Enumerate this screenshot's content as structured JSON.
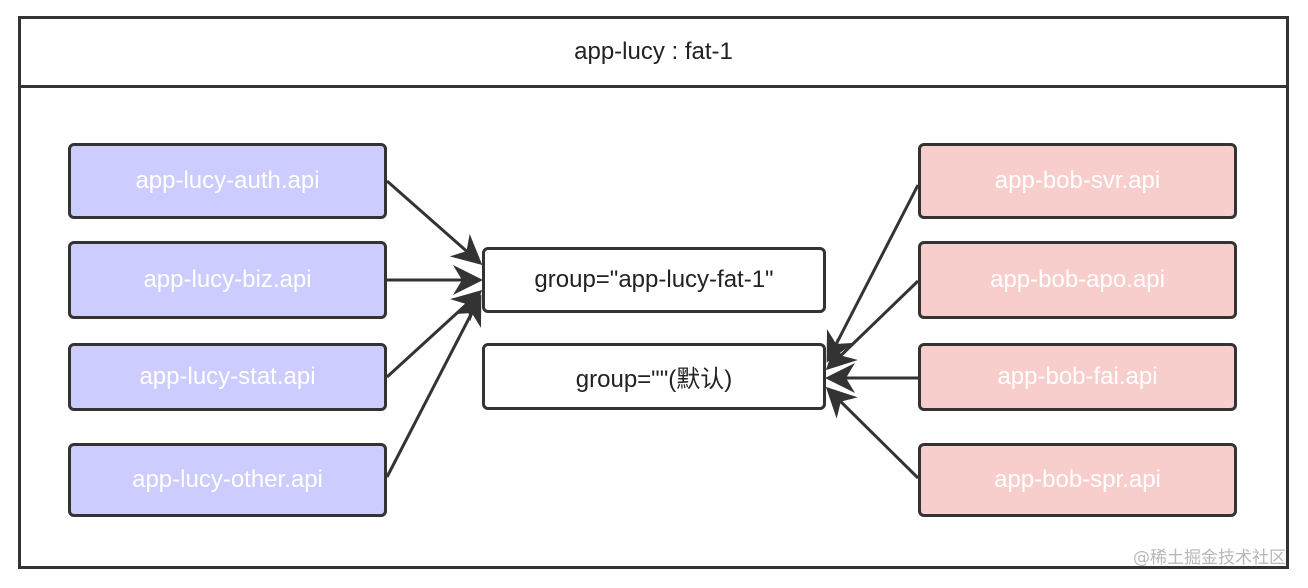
{
  "container": {
    "title": "app-lucy : fat-1"
  },
  "left_services": [
    {
      "label": "app-lucy-auth.api"
    },
    {
      "label": "app-lucy-biz.api"
    },
    {
      "label": "app-lucy-stat.api"
    },
    {
      "label": "app-lucy-other.api"
    }
  ],
  "groups": [
    {
      "label": "group=\"app-lucy-fat-1\""
    },
    {
      "label": "group=\"\"(默认)"
    }
  ],
  "right_services": [
    {
      "label": "app-bob-svr.api"
    },
    {
      "label": "app-bob-apo.api"
    },
    {
      "label": "app-bob-fai.api"
    },
    {
      "label": "app-bob-spr.api"
    }
  ],
  "watermark": "@稀土掘金技术社区",
  "colors": {
    "left_fill": "#ccccff",
    "right_fill": "#f8cecc",
    "border": "#333333"
  }
}
